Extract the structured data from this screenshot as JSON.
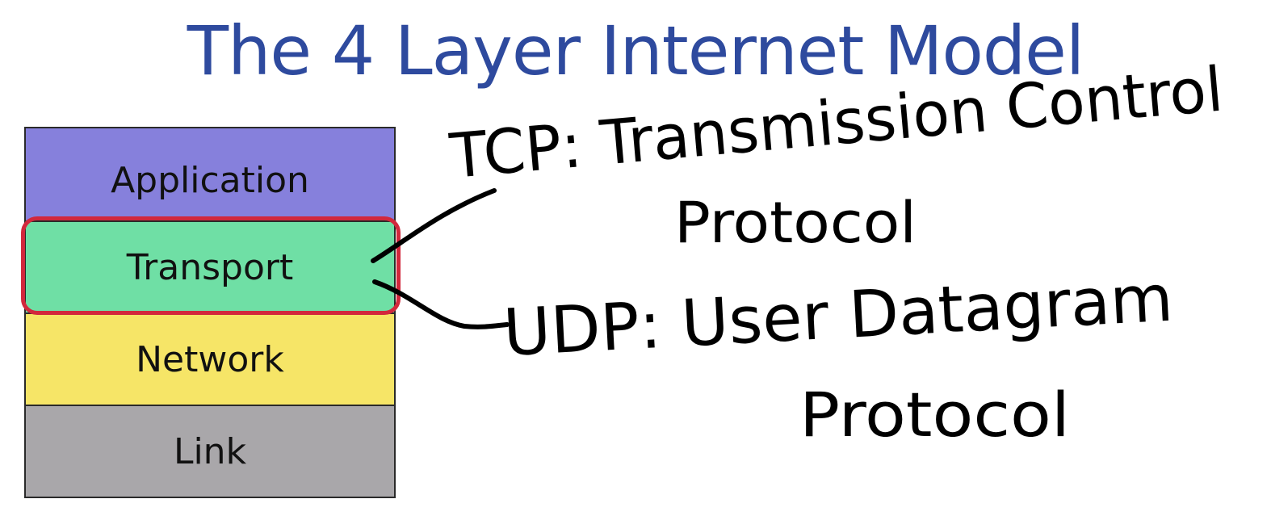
{
  "title": "The 4 Layer Internet Model",
  "layers": [
    {
      "label": "Application",
      "color": "#8680dc"
    },
    {
      "label": "Transport",
      "color": "#6fdfa5"
    },
    {
      "label": "Network",
      "color": "#f6e567"
    },
    {
      "label": "Link",
      "color": "#a9a7aa"
    }
  ],
  "highlight_color": "#d2283c",
  "annotations": {
    "tcp": {
      "line1": "TCP: Transmission Control",
      "line2": "Protocol"
    },
    "udp": {
      "line1": "UDP: User Datagram",
      "line2": "Protocol"
    }
  }
}
